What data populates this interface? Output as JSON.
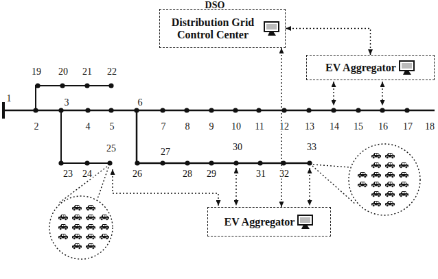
{
  "diagram": {
    "title": "DSO",
    "nodes": [
      {
        "text": [
          "Distribution Grid Control Center"
        ]
      },
      {
        "text": [
          "EV Aggregator"
        ]
      },
      {
        "text": [
          "EV Aggregator"
        ]
      }
    ],
    "edges": [
      {
        "from": 0,
        "to": 1,
        "arrow": "both"
      },
      {
        "from": 0,
        "to": 2,
        "arrow": "both"
      }
    ],
    "labels": [
      "1",
      "2",
      "3",
      "4",
      "5",
      "6",
      "7",
      "8",
      "9",
      "10",
      "11",
      "12",
      "13",
      "14",
      "15",
      "16",
      "17",
      "18",
      "19",
      "20",
      "21",
      "22",
      "23",
      "24",
      "25",
      "26",
      "27",
      "28",
      "29",
      "30",
      "31",
      "32",
      "33"
    ]
  }
}
